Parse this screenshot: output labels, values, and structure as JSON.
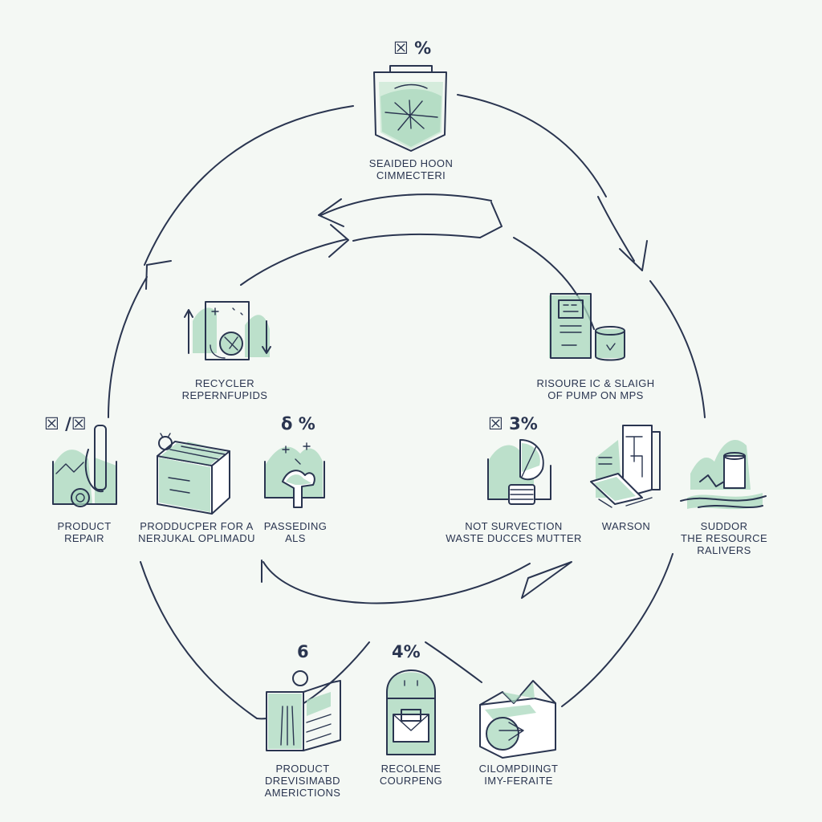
{
  "diagram": {
    "accent_color": "#a9d8bd",
    "line_color": "#2a3550",
    "background_color": "#f4f8f4",
    "nodes": [
      {
        "id": "top",
        "icon": "jar-icon",
        "percent": "☒ %",
        "lines": [
          "SEAIDED HOON",
          "CIMMECTERI"
        ]
      },
      {
        "id": "recycler",
        "icon": "recycling-panel-icon",
        "percent": "",
        "lines": [
          "RECYCLER",
          "REPERNFUPIDS"
        ]
      },
      {
        "id": "risoure",
        "icon": "pump-machine-icon",
        "percent": "",
        "lines": [
          "RISOURE IC & SLAIGH",
          "OF PUMP ON MPS"
        ]
      },
      {
        "id": "product-repair",
        "icon": "repair-landscape-icon",
        "percent": "☒ /☒",
        "lines": [
          "PRODUCT",
          "REPAIR"
        ]
      },
      {
        "id": "producer",
        "icon": "box-icon",
        "percent": "",
        "lines": [
          "PRODDUCPER FOR A",
          "NERJUKAL OPLIMADU"
        ]
      },
      {
        "id": "passeding",
        "icon": "hands-plant-icon",
        "percent": "δ %",
        "lines": [
          "PASSEDING",
          "ALS"
        ]
      },
      {
        "id": "not-survection",
        "icon": "disposal-can-icon",
        "percent": "☒ 3%",
        "lines": [
          "NOT SURVECTION",
          "WASTE DUCCES MUTTER"
        ]
      },
      {
        "id": "warson",
        "icon": "warehouse-door-icon",
        "percent": "",
        "lines": [
          "WARSON"
        ]
      },
      {
        "id": "suddor",
        "icon": "resource-river-icon",
        "percent": "",
        "lines": [
          "SUDDOR",
          "THE RESOURCE",
          "RALIVERS"
        ]
      },
      {
        "id": "dreviswad",
        "icon": "dismantle-box-icon",
        "percent": "6",
        "lines": [
          "PRODUCT",
          "DREVISIMABD",
          "AMERICTIONS"
        ]
      },
      {
        "id": "recolene",
        "icon": "collection-bin-icon",
        "percent": "4%",
        "lines": [
          "RECOLENE",
          "COURPENG"
        ]
      },
      {
        "id": "clompdingt",
        "icon": "composting-box-icon",
        "percent": "",
        "lines": [
          "CILOMPDIINGT",
          "IMY-FERAITE"
        ]
      }
    ]
  }
}
